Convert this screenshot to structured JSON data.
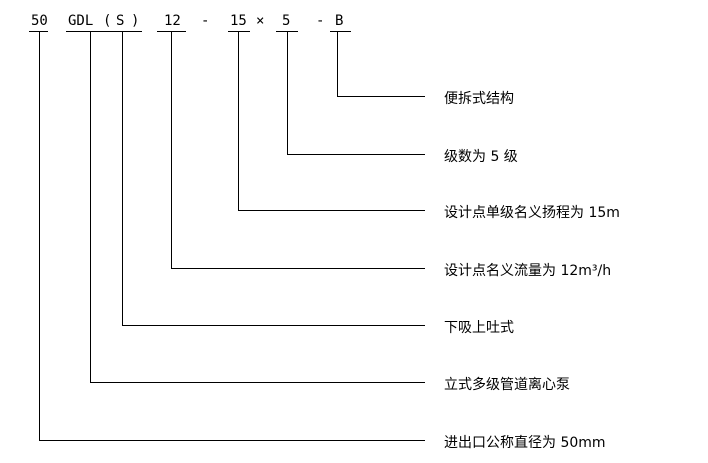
{
  "model_code": {
    "tokens": [
      {
        "id": "diameter",
        "text": "50",
        "underlined": true
      },
      {
        "id": "series",
        "text": "GDL",
        "underlined": true
      },
      {
        "id": "open-paren",
        "text": "(",
        "underlined": true
      },
      {
        "id": "suction",
        "text": "S",
        "underlined": true
      },
      {
        "id": "close-paren",
        "text": ")",
        "underlined": true
      },
      {
        "id": "flow",
        "text": "12",
        "underlined": true
      },
      {
        "id": "dash1",
        "text": "-",
        "underlined": false
      },
      {
        "id": "head",
        "text": "15",
        "underlined": true
      },
      {
        "id": "times",
        "text": "×",
        "underlined": false
      },
      {
        "id": "stages",
        "text": "5",
        "underlined": true
      },
      {
        "id": "dash2",
        "text": "-",
        "underlined": false
      },
      {
        "id": "structure",
        "text": "B",
        "underlined": true
      }
    ]
  },
  "annotations": [
    {
      "id": "structure",
      "text": "便拆式结构"
    },
    {
      "id": "stages",
      "text": "级数为 5 级"
    },
    {
      "id": "head",
      "text": "设计点单级名义扬程为 15m"
    },
    {
      "id": "flow",
      "text": "设计点名义流量为 12m³/h"
    },
    {
      "id": "suction",
      "text": "下吸上吐式"
    },
    {
      "id": "series",
      "text": "立式多级管道离心泵"
    },
    {
      "id": "diameter",
      "text": "进出口公称直径为 50mm"
    }
  ]
}
